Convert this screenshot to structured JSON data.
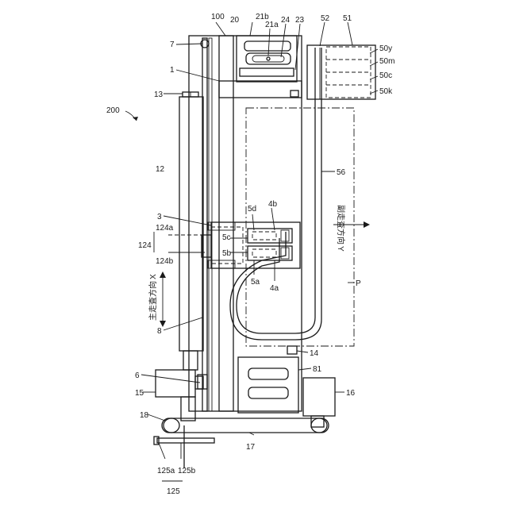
{
  "figure": {
    "labels": {
      "l200": "200",
      "l100": "100",
      "l20": "20",
      "l21b": "21b",
      "l21a": "21a",
      "l24": "24",
      "l23": "23",
      "l52": "52",
      "l51": "51",
      "l50y": "50y",
      "l50m": "50m",
      "l50c": "50c",
      "l50k": "50k",
      "l7": "7",
      "l1": "1",
      "l13": "13",
      "l12": "12",
      "l56": "56",
      "l3": "3",
      "l124": "124",
      "l124a": "124a",
      "l124b": "124b",
      "l5d": "5d",
      "l4b": "4b",
      "l5c": "5c",
      "l5b": "5b",
      "l5a": "5a",
      "l4a": "4a",
      "lP": "P",
      "l8": "8",
      "l14": "14",
      "l6": "6",
      "l81": "81",
      "l15": "15",
      "l16": "16",
      "l18": "18",
      "l17": "17",
      "l125a": "125a",
      "l125b": "125b",
      "l125": "125"
    },
    "main_scan": {
      "text": "主走査方向",
      "axis": "X"
    },
    "sub_scan": {
      "text": "副走査方向",
      "axis": "Y"
    }
  }
}
